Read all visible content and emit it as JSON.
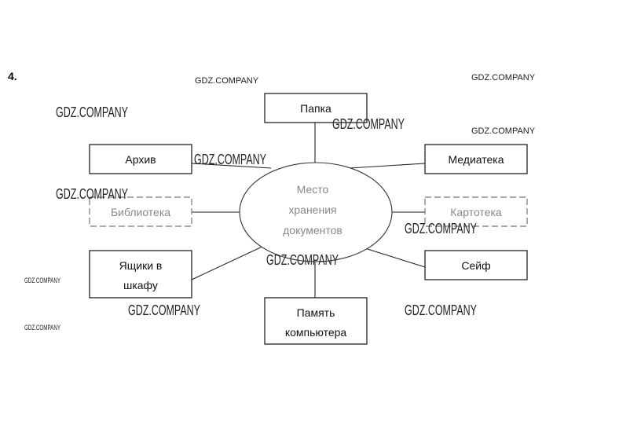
{
  "task_number": "4.",
  "center": {
    "lines": [
      "Место",
      "хранения",
      "документов"
    ]
  },
  "nodes": {
    "papka": [
      "Папка"
    ],
    "arhiv": [
      "Архив"
    ],
    "mediateka": [
      "Медиатека"
    ],
    "biblioteka": [
      "Библиотека"
    ],
    "kartoteka": [
      "Картотека"
    ],
    "yashchiki": [
      "Ящики в",
      "шкафу"
    ],
    "seif": [
      "Сейф"
    ],
    "pamyat": [
      "Память",
      "компьютера"
    ]
  },
  "watermark": "GDZ.COMPANY"
}
